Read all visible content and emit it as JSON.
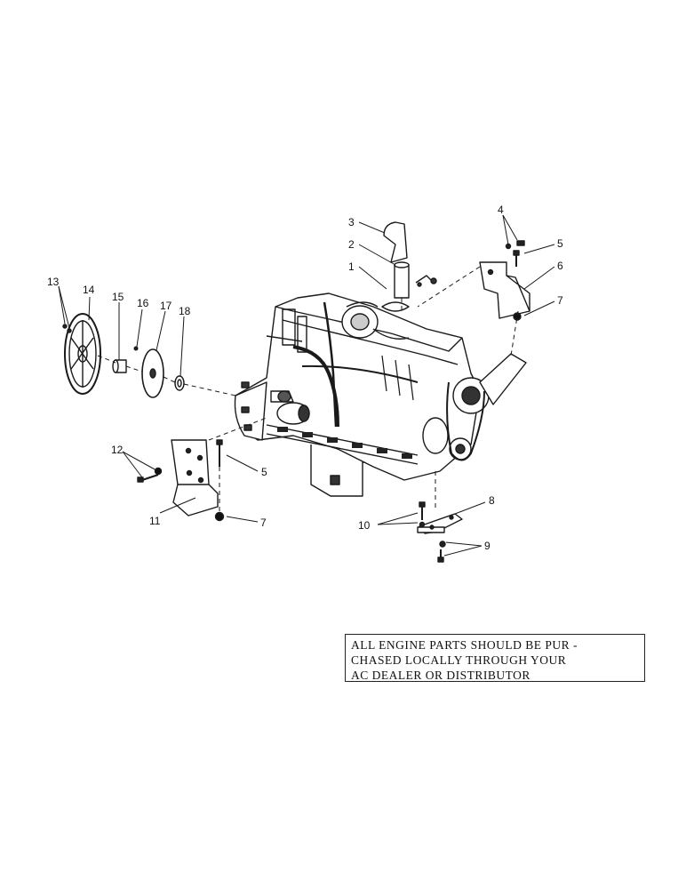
{
  "callouts": [
    {
      "id": "c1",
      "text": "1"
    },
    {
      "id": "c2",
      "text": "2"
    },
    {
      "id": "c3",
      "text": "3"
    },
    {
      "id": "c4",
      "text": "4"
    },
    {
      "id": "c5a",
      "text": "5"
    },
    {
      "id": "c6",
      "text": "6"
    },
    {
      "id": "c7a",
      "text": "7"
    },
    {
      "id": "c8",
      "text": "8"
    },
    {
      "id": "c9",
      "text": "9"
    },
    {
      "id": "c10",
      "text": "10"
    },
    {
      "id": "c11",
      "text": "11"
    },
    {
      "id": "c12",
      "text": "12"
    },
    {
      "id": "c13",
      "text": "13"
    },
    {
      "id": "c14",
      "text": "14"
    },
    {
      "id": "c15",
      "text": "15"
    },
    {
      "id": "c16",
      "text": "16"
    },
    {
      "id": "c17",
      "text": "17"
    },
    {
      "id": "c18",
      "text": "18"
    },
    {
      "id": "c5b",
      "text": "5"
    },
    {
      "id": "c7b",
      "text": "7"
    }
  ],
  "note": {
    "line1": "ALL ENGINE PARTS SHOULD BE PUR -",
    "line2": "CHASED LOCALLY THROUGH YOUR",
    "line3": "AC DEALER OR DISTRIBUTOR"
  }
}
